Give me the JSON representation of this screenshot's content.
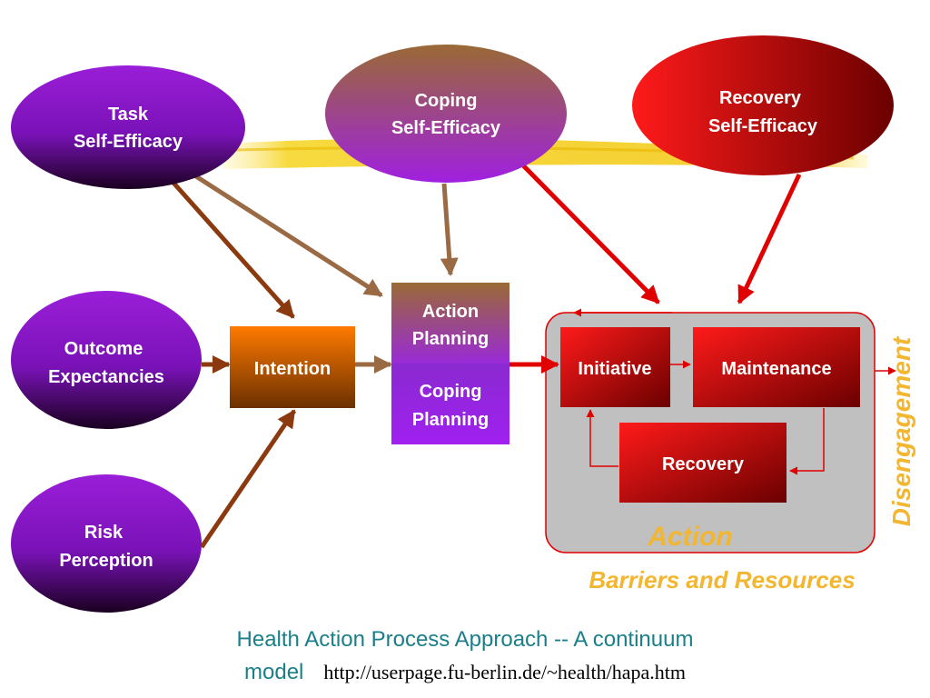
{
  "nodes": {
    "task_self_efficacy": [
      "Task",
      "Self-Efficacy"
    ],
    "coping_self_efficacy": [
      "Coping",
      "Self-Efficacy"
    ],
    "recovery_self_efficacy": [
      "Recovery",
      "Self-Efficacy"
    ],
    "outcome_expectancies": [
      "Outcome",
      "Expectancies"
    ],
    "risk_perception": [
      "Risk",
      "Perception"
    ],
    "intention": "Intention",
    "action_planning": [
      "Action",
      "Planning"
    ],
    "coping_planning": [
      "Coping",
      "Planning"
    ],
    "initiative": "Initiative",
    "maintenance": "Maintenance",
    "recovery": "Recovery"
  },
  "labels": {
    "action": "Action",
    "barriers": "Barriers and Resources",
    "disengagement": "Disengagement"
  },
  "caption": {
    "line1": "Health Action Process Approach --  A continuum",
    "model": "model",
    "url": "http://userpage.fu-berlin.de/~health/hapa.htm"
  },
  "colors": {
    "purple": "#8a17c9",
    "dark": "#1a0020",
    "red": "#e00000",
    "dark_red": "#6b0000",
    "orange": "#f77a00",
    "brown": "#6b3000",
    "gold": "#f2b630",
    "teal": "#1b7f8a"
  }
}
